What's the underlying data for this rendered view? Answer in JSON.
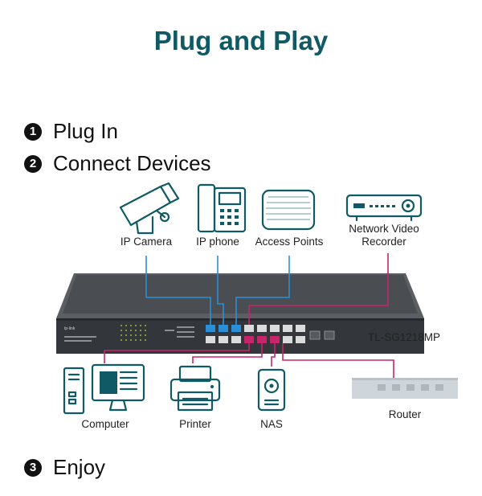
{
  "title": "Plug and Play",
  "steps": [
    {
      "num": "1",
      "label": "Plug In"
    },
    {
      "num": "2",
      "label": "Connect Devices"
    },
    {
      "num": "3",
      "label": "Enjoy"
    }
  ],
  "devices": {
    "ip_camera": "IP Camera",
    "ip_phone": "IP phone",
    "access_points": "Access Points",
    "nvr_line1": "Network Video",
    "nvr_line2": "Recorder",
    "computer": "Computer",
    "printer": "Printer",
    "nas": "NAS",
    "router": "Router"
  },
  "switch_model": "TL-SG1218MP",
  "colors": {
    "title": "#0f5a64",
    "icon": "#0f5a64",
    "poe_line": "#2a8fd6",
    "data_line": "#c8246a",
    "switch_body": "#3a3d40"
  }
}
